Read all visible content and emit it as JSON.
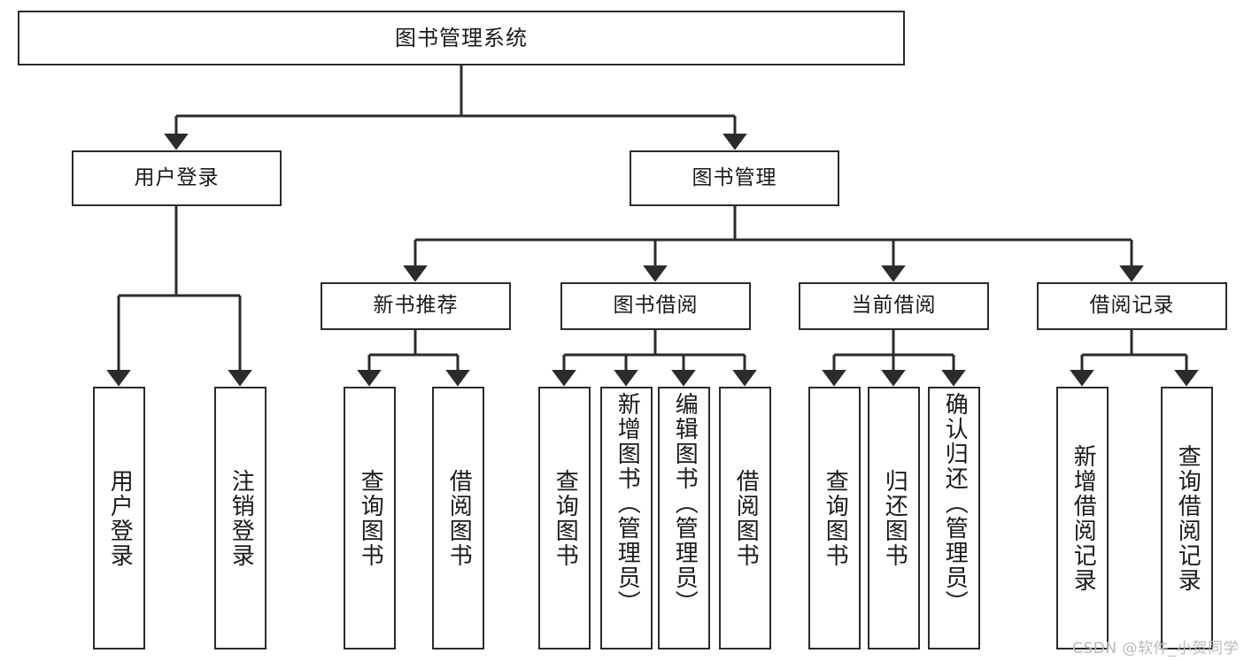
{
  "diagram": {
    "title": "图书管理系统",
    "type": "hierarchy-tree",
    "watermark": "CSDN @软件_小贺同学",
    "colors": {
      "box_border": "#2b2b2b",
      "box_fill": "#ffffff",
      "edge": "#2b2b2b",
      "text": "#1a1a1a",
      "watermark": "#b9b9b9",
      "background": "#ffffff"
    },
    "levels": {
      "root": {
        "label": "图书管理系统"
      },
      "level2": [
        {
          "label": "用户登录"
        },
        {
          "label": "图书管理"
        }
      ],
      "level3": [
        {
          "label": "新书推荐"
        },
        {
          "label": "图书借阅"
        },
        {
          "label": "当前借阅"
        },
        {
          "label": "借阅记录"
        }
      ],
      "leaves": {
        "user_login": [
          {
            "label": "用户登录"
          },
          {
            "label": "注销登录"
          }
        ],
        "new_book_recommend": [
          {
            "label": "查询图书"
          },
          {
            "label": "借阅图书"
          }
        ],
        "book_borrow": [
          {
            "label": "查询图书"
          },
          {
            "label": "新增图书（管理员）"
          },
          {
            "label": "编辑图书（管理员）"
          },
          {
            "label": "借阅图书"
          }
        ],
        "current_borrow": [
          {
            "label": "查询图书"
          },
          {
            "label": "归还图书"
          },
          {
            "label": "确认归还（管理员）"
          }
        ],
        "borrow_record": [
          {
            "label": "新增借阅记录"
          },
          {
            "label": "查询借阅记录"
          }
        ]
      }
    }
  }
}
